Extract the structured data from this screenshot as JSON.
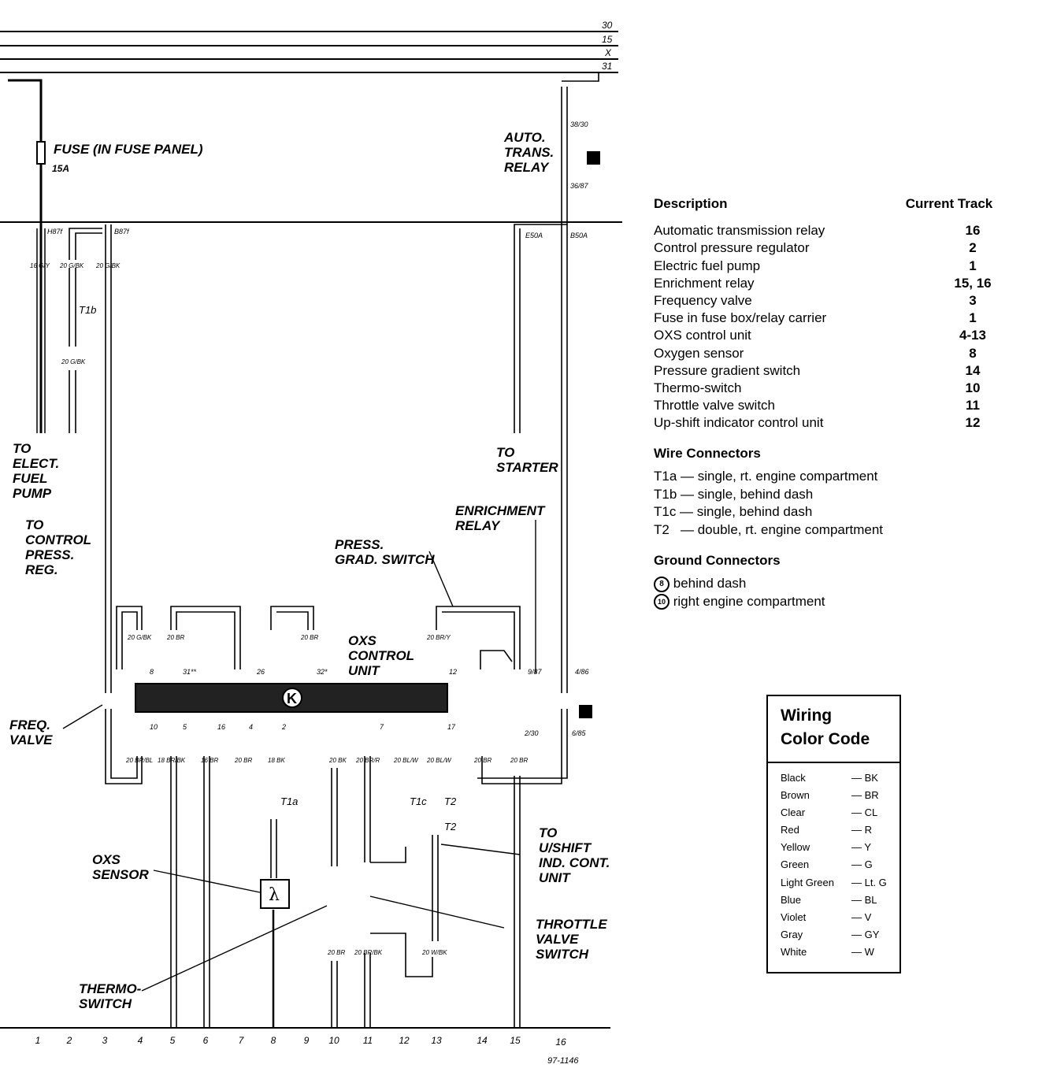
{
  "bus_lines": [
    "30",
    "15",
    "X",
    "31"
  ],
  "labels": {
    "fuse": "FUSE (IN FUSE PANEL)",
    "fuse_amp": "15A",
    "auto_relay": "AUTO.\nTRANS.\nRELAY",
    "to_fuel_pump": "TO\nELECT.\nFUEL\nPUMP",
    "to_control_press": "TO\nCONTROL\nPRESS.\nREG.",
    "to_starter": "TO\nSTARTER",
    "enrichment_relay": "ENRICHMENT\nRELAY",
    "press_grad_switch": "PRESS.\nGRAD. SWITCH",
    "oxs_control_unit": "OXS\nCONTROL\nUNIT",
    "control_unit_letter": "K",
    "freq_valve": "FREQ.\nVALVE",
    "oxs_sensor": "OXS\nSENSOR",
    "thermo_switch": "THERMO-\nSWITCH",
    "to_upshift": "TO\nU/SHIFT\nIND. CONT.\nUNIT",
    "throttle_valve": "THROTTLE\nVALVE\nSWITCH",
    "lambda": "λ",
    "figure_code": "97-1146"
  },
  "terminals": {
    "h87f": "H87f",
    "b87f": "B87f",
    "e50a": "E50A",
    "b50a": "B50A",
    "r3830": "38/30",
    "r3687": "36/87"
  },
  "wire_labels": [
    "16 G/Y",
    "20 G/BK",
    "20 G/BK",
    "20 G/BK",
    "20 G/BK",
    "20 BR",
    "20 BR",
    "20 BR/Y",
    "20 BR/BL",
    "18 BR/BK",
    "16 BR",
    "20 BR",
    "18 BK",
    "20 BK",
    "20 BR/R",
    "20 BL/W",
    "20 BL/W",
    "20 BR",
    "20 BR",
    "20 BR",
    "20 BR/BK",
    "20 W/BK"
  ],
  "pin_labels": [
    "8",
    "31**",
    "26",
    "32*",
    "12",
    "9/87",
    "4/86",
    "10",
    "5",
    "16",
    "4",
    "2",
    "7",
    "17",
    "2/30",
    "6/85"
  ],
  "connector_labels": [
    "T1b",
    "T1a",
    "T1c",
    "T2",
    "T2"
  ],
  "tracks": [
    "1",
    "2",
    "3",
    "4",
    "5",
    "6",
    "7",
    "8",
    "9",
    "10",
    "11",
    "12",
    "13",
    "14",
    "15",
    "16"
  ],
  "legend": {
    "header_desc": "Description",
    "header_track": "Current Track",
    "items": [
      {
        "desc": "Automatic transmission relay",
        "track": "16"
      },
      {
        "desc": "Control pressure regulator",
        "track": "2"
      },
      {
        "desc": "Electric fuel pump",
        "track": "1"
      },
      {
        "desc": "Enrichment relay",
        "track": "15, 16"
      },
      {
        "desc": "Frequency valve",
        "track": "3"
      },
      {
        "desc": "Fuse in fuse box/relay carrier",
        "track": "1"
      },
      {
        "desc": "OXS control unit",
        "track": "4-13"
      },
      {
        "desc": "Oxygen sensor",
        "track": "8"
      },
      {
        "desc": "Pressure gradient switch",
        "track": "14"
      },
      {
        "desc": "Thermo-switch",
        "track": "10"
      },
      {
        "desc": "Throttle valve switch",
        "track": "11"
      },
      {
        "desc": "Up-shift indicator control unit",
        "track": "12"
      }
    ],
    "wire_connectors_title": "Wire Connectors",
    "wire_connectors": [
      "T1a — single, rt. engine compartment",
      "T1b — single, behind dash",
      "T1c — single, behind dash",
      "T2   — double, rt. engine compartment"
    ],
    "ground_connectors_title": "Ground Connectors",
    "ground_connectors": [
      {
        "symbol": "8",
        "text": "behind dash"
      },
      {
        "symbol": "10",
        "text": "right engine compartment"
      }
    ]
  },
  "color_code": {
    "title": "Wiring\nColor Code",
    "rows": [
      {
        "color": "Black",
        "code": "— BK"
      },
      {
        "color": "Brown",
        "code": "— BR"
      },
      {
        "color": "Clear",
        "code": "— CL"
      },
      {
        "color": "Red",
        "code": "— R"
      },
      {
        "color": "Yellow",
        "code": "— Y"
      },
      {
        "color": "Green",
        "code": "— G"
      },
      {
        "color": "Light Green",
        "code": "— Lt. G"
      },
      {
        "color": "Blue",
        "code": "— BL"
      },
      {
        "color": "Violet",
        "code": "— V"
      },
      {
        "color": "Gray",
        "code": "— GY"
      },
      {
        "color": "White",
        "code": "— W"
      }
    ]
  }
}
